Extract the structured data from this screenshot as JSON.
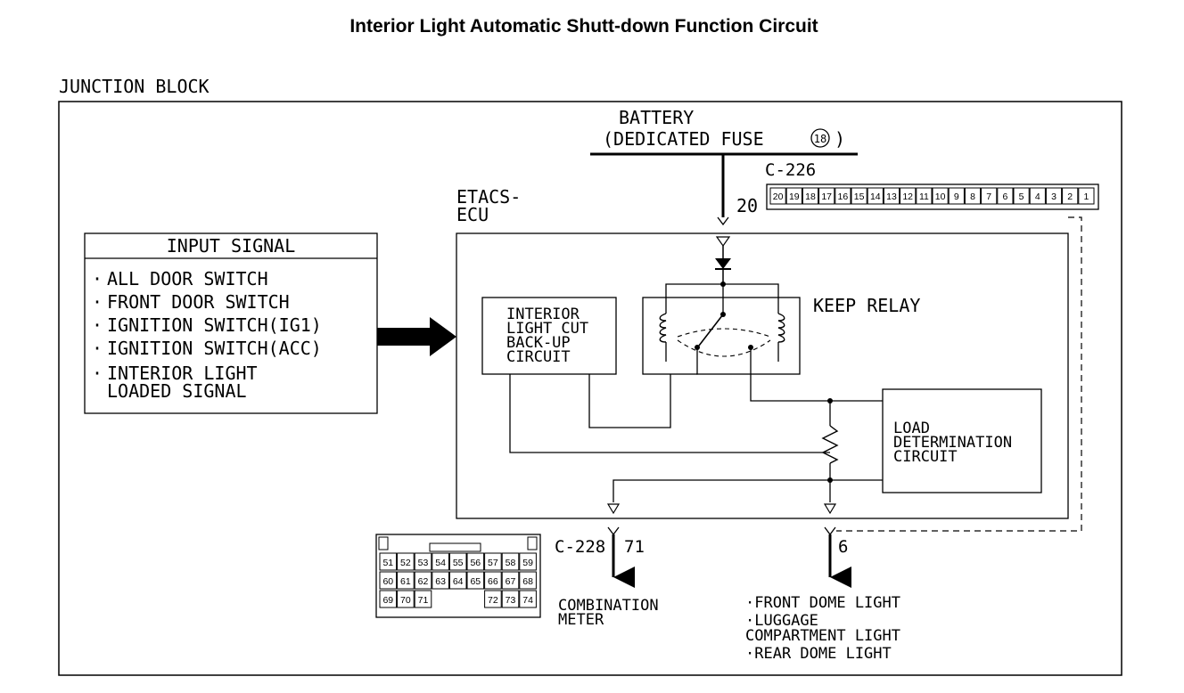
{
  "title": "Interior Light Automatic Shutt-down Function Circuit",
  "junction_block_label": "JUNCTION BLOCK",
  "battery": {
    "line1": "BATTERY",
    "line2": "(DEDICATED FUSE",
    "fuse_number": "18",
    "line2_close": ")"
  },
  "ecu": {
    "line1": "ETACS-",
    "line2": "ECU"
  },
  "input_signal": {
    "heading": "INPUT SIGNAL",
    "items": [
      {
        "bullet": "·",
        "text": "ALL DOOR SWITCH"
      },
      {
        "bullet": "·",
        "text": "FRONT DOOR SWITCH"
      },
      {
        "bullet": "·",
        "text": "IGNITION SWITCH(IG1)"
      },
      {
        "bullet": "·",
        "text": "IGNITION SWITCH(ACC)"
      },
      {
        "bullet": "·",
        "text": "INTERIOR LIGHT"
      },
      {
        "bullet": "",
        "text": "LOADED SIGNAL"
      }
    ]
  },
  "backup_circuit": [
    "INTERIOR",
    "LIGHT CUT",
    "BACK-UP",
    "CIRCUIT"
  ],
  "keep_relay": "KEEP RELAY",
  "load_determination": [
    "LOAD",
    "DETERMINATION",
    "CIRCUIT"
  ],
  "connector_c226": {
    "label": "C-226",
    "terminal": "20",
    "pins": [
      "20",
      "19",
      "18",
      "17",
      "16",
      "15",
      "14",
      "13",
      "12",
      "11",
      "10",
      "9",
      "8",
      "7",
      "6",
      "5",
      "4",
      "3",
      "2",
      "1"
    ]
  },
  "connector_c228": {
    "label": "C-228",
    "terminal": "71",
    "rows": [
      [
        "51",
        "52",
        "53",
        "54",
        "55",
        "56",
        "57",
        "58",
        "59"
      ],
      [
        "60",
        "61",
        "62",
        "63",
        "64",
        "65",
        "66",
        "67",
        "68"
      ],
      [
        "69",
        "70",
        "71",
        "",
        "",
        "",
        "72",
        "73",
        "74"
      ]
    ]
  },
  "output_left": {
    "terminal": "71",
    "lines": [
      "COMBINATION",
      "METER"
    ]
  },
  "output_right": {
    "terminal": "6",
    "lines": [
      "·FRONT DOME LIGHT",
      "·LUGGAGE",
      " COMPARTMENT LIGHT",
      "·REAR DOME LIGHT"
    ]
  }
}
